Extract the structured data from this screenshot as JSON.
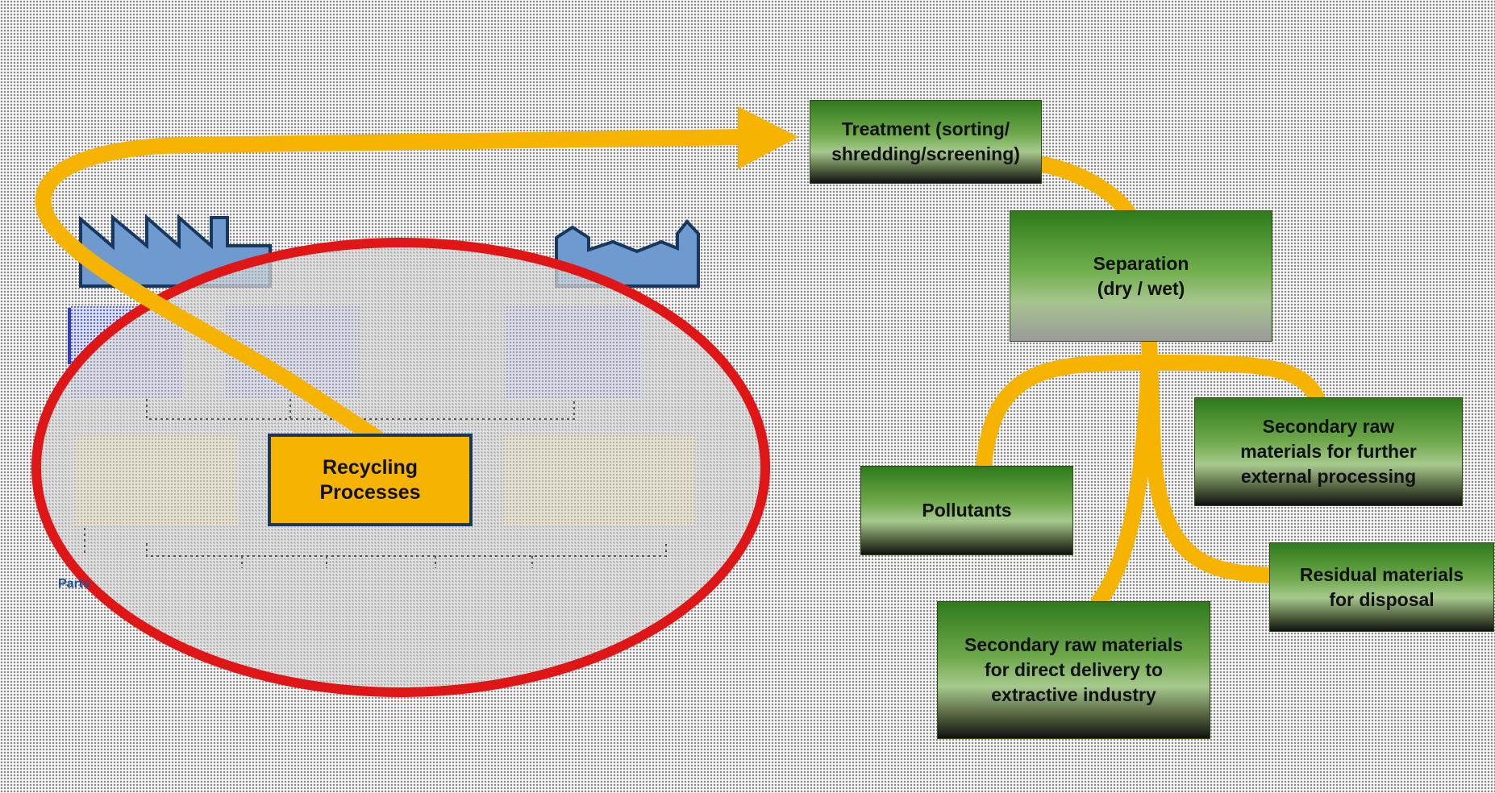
{
  "diagram": {
    "recycling_label": "Recycling\nProcesses",
    "parts_label": "Parts",
    "treatment_label": "Treatment (sorting/\nshredding/screening)",
    "separation_label": "Separation\n(dry / wet)",
    "pollutants_label": "Pollutants",
    "secondary_external_label": "Secondary raw\nmaterials for further\nexternal processing",
    "residual_label": "Residual materials\nfor disposal",
    "secondary_direct_label": "Secondary raw materials\nfor direct delivery to\nextractive industry"
  },
  "colors": {
    "arrow": "#f6b400",
    "ellipse_outline": "#e01515",
    "factory": "#6f9ad0",
    "factory_outline": "#17375e",
    "box_green": "#3f8a2a",
    "recycling_box": "#f6b400"
  }
}
